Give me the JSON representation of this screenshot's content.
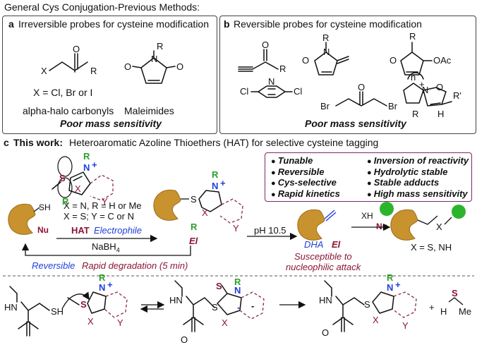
{
  "header": {
    "title": "General Cys Conjugation-Previous Methods:"
  },
  "panel_a": {
    "letter": "a",
    "title": "Irreversible probes for cysteine modification",
    "x_def": "X = Cl, Br or I",
    "label1": "alpha-halo carbonyls",
    "label2": "Maleimides",
    "note": "Poor mass sensitivity",
    "atoms": {
      "x": "X",
      "o": "O",
      "r": "R",
      "n": "N",
      "r2": "R",
      "o2": "O",
      "o3": "O"
    }
  },
  "panel_b": {
    "letter": "b",
    "title": "Reversible probes for cysteine modification",
    "note": "Poor mass sensitivity",
    "atoms": {
      "o1": "O",
      "r1": "R",
      "o2": "O",
      "n2": "N",
      "r2": "R",
      "o3": "O",
      "r3": "R",
      "oac": "OAc",
      "cl1": "Cl",
      "cl2": "Cl",
      "n_tz": "N",
      "br1": "Br",
      "br2": "Br",
      "o4": "O",
      "plus": "+",
      "n5": "N",
      "o5": "O",
      "rprime": "R'",
      "r5": "R",
      "h5": "H",
      "n_sub": "n"
    }
  },
  "panel_c": {
    "letter": "c",
    "title_bold": "This work:",
    "title_rest": "Heteroaromatic Azoline Thioethers (HAT) for selective cysteine tagging",
    "features_left": [
      "Tunable",
      "Reversible",
      "Cys-selective",
      "Rapid kinetics"
    ],
    "features_right": [
      "Inversion of reactivity",
      "Hydrolytic stable",
      "Stable adducts",
      "High mass sensitivity"
    ],
    "bullet": "●",
    "x_def1": "X = N, R = H or Me",
    "x_def2": "X = S; Y = C or N",
    "hat": "HAT",
    "electrophile": "Electrophile",
    "nu": "Nu",
    "sh": "SH",
    "el": "El",
    "ph": "pH 10.5",
    "dha": "DHA",
    "el2": "El",
    "susceptible1": "Susceptible to",
    "susceptible2": "nucleophilic attack",
    "xh": "XH",
    "nu2": "Nu",
    "x_product": "X = S, NH",
    "nabh4": "NaBH",
    "nabh4_sub": "4",
    "reversible": "Reversible",
    "degradation": "Rapid degradation (5 min)",
    "atoms": {
      "s": "S",
      "n": "N",
      "plus": "+",
      "r": "R",
      "x": "X",
      "y": "Y",
      "r_green": "R",
      "s2": "S",
      "x2": "X"
    }
  },
  "mechanism": {
    "atoms": {
      "hn": "HN",
      "sh": "SH",
      "s": "S",
      "n": "N",
      "plus": "+",
      "r": "R",
      "x": "X",
      "y": "Y",
      "o": "O",
      "minus": "-",
      "h": "H",
      "me": "Me"
    },
    "plus_sign": "+"
  },
  "colors": {
    "blue": "#1f3fd9",
    "green": "#2e9e2e",
    "darkred": "#8a1535",
    "gold": "#c8922e",
    "lime": "#2db42d",
    "purple_border": "#7a2a6a"
  }
}
